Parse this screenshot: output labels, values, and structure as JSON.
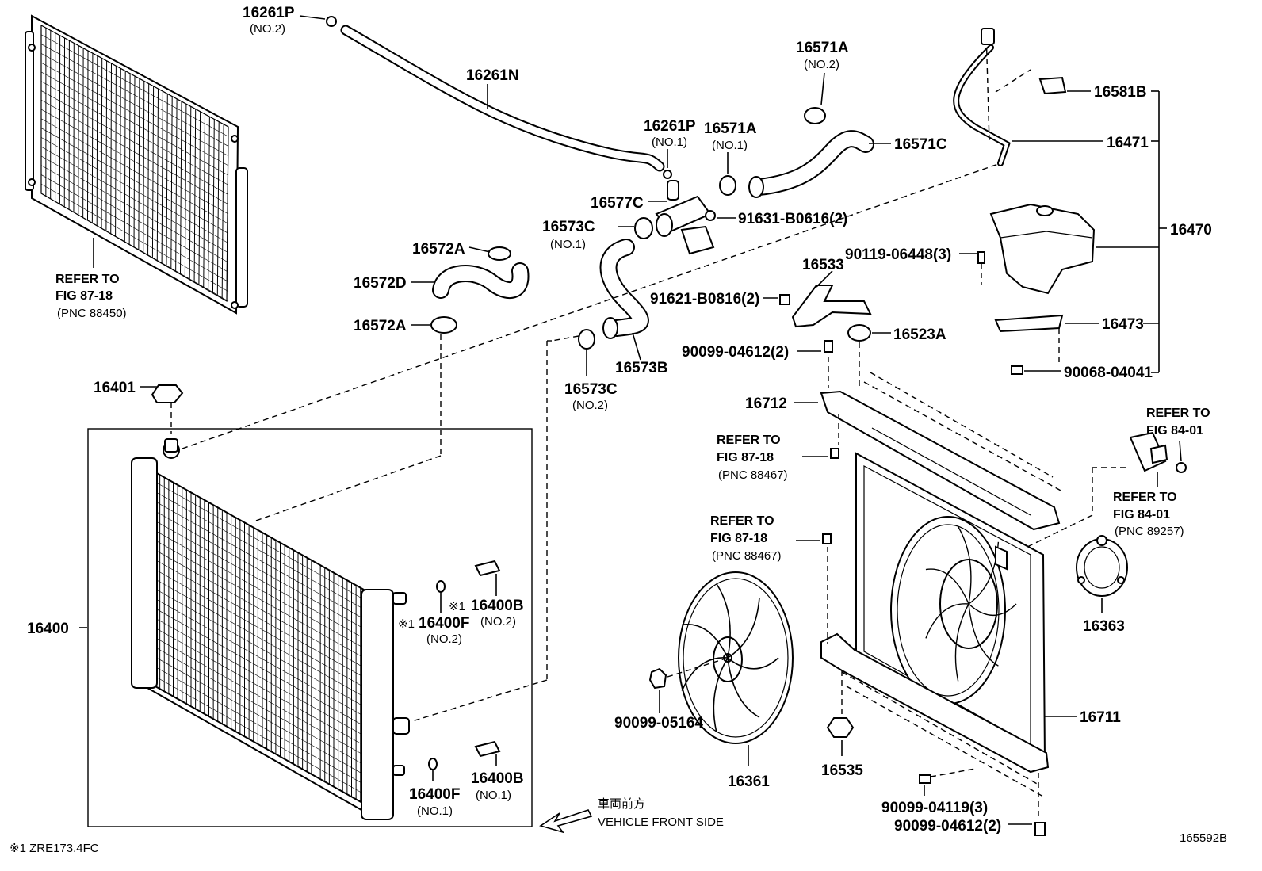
{
  "parts": {
    "p16261P_2": {
      "code": "16261P",
      "sub": "(NO.2)"
    },
    "p16261N": {
      "code": "16261N"
    },
    "p16571A_2": {
      "code": "16571A",
      "sub": "(NO.2)"
    },
    "p16581B": {
      "code": "16581B"
    },
    "p16471": {
      "code": "16471"
    },
    "p16571C": {
      "code": "16571C"
    },
    "p16261P_1": {
      "code": "16261P",
      "sub": "(NO.1)"
    },
    "p16571A_1": {
      "code": "16571A",
      "sub": "(NO.1)"
    },
    "p16577C": {
      "code": "16577C"
    },
    "p91631": {
      "code": "91631-B0616(2)"
    },
    "p16573C_1": {
      "code": "16573C",
      "sub": "(NO.1)"
    },
    "p16572A_top": {
      "code": "16572A"
    },
    "p16572D": {
      "code": "16572D"
    },
    "p16572A_bot": {
      "code": "16572A"
    },
    "p16470": {
      "code": "16470"
    },
    "p90119": {
      "code": "90119-06448(3)"
    },
    "p16533": {
      "code": "16533"
    },
    "p91621": {
      "code": "91621-B0816(2)"
    },
    "p16473": {
      "code": "16473"
    },
    "p16523A": {
      "code": "16523A"
    },
    "p90099_04612_top": {
      "code": "90099-04612(2)"
    },
    "p90068": {
      "code": "90068-04041"
    },
    "p16573B": {
      "code": "16573B"
    },
    "p16573C_2": {
      "code": "16573C",
      "sub": "(NO.2)"
    },
    "p16401": {
      "code": "16401"
    },
    "p16712": {
      "code": "16712"
    },
    "p16400B_2": {
      "code": "16400B",
      "mark": "※1",
      "sub": "(NO.2)"
    },
    "p16400F_2": {
      "code": "16400F",
      "mark": "※1",
      "sub": "(NO.2)"
    },
    "p16400": {
      "code": "16400"
    },
    "p16363": {
      "code": "16363"
    },
    "p90099_05164": {
      "code": "90099-05164"
    },
    "p16361": {
      "code": "16361"
    },
    "p16535": {
      "code": "16535"
    },
    "p16711": {
      "code": "16711"
    },
    "p16400F_1": {
      "code": "16400F",
      "sub": "(NO.1)"
    },
    "p16400B_1": {
      "code": "16400B",
      "sub": "(NO.1)"
    },
    "p90099_04119": {
      "code": "90099-04119(3)"
    },
    "p90099_04612_bot": {
      "code": "90099-04612(2)"
    }
  },
  "refs": {
    "condenser": {
      "line1": "REFER TO",
      "line2": "FIG 87-18",
      "line3": "(PNC 88450)"
    },
    "fanShroudTop": {
      "line1": "REFER TO",
      "line2": "FIG 87-18",
      "line3": "(PNC 88467)"
    },
    "fanShroudMid": {
      "line1": "REFER TO",
      "line2": "FIG 87-18",
      "line3": "(PNC 88467)"
    },
    "relayTop": {
      "line1": "REFER TO",
      "line2": "FIG 84-01"
    },
    "relayBot": {
      "line1": "REFER TO",
      "line2": "FIG 84-01",
      "line3": "(PNC 89257)"
    }
  },
  "footer": {
    "vehicleFrontJp": "車両前方",
    "vehicleFront": "VEHICLE FRONT SIDE",
    "note": "※1 ZRE173.4FC",
    "figureId": "165592B"
  }
}
